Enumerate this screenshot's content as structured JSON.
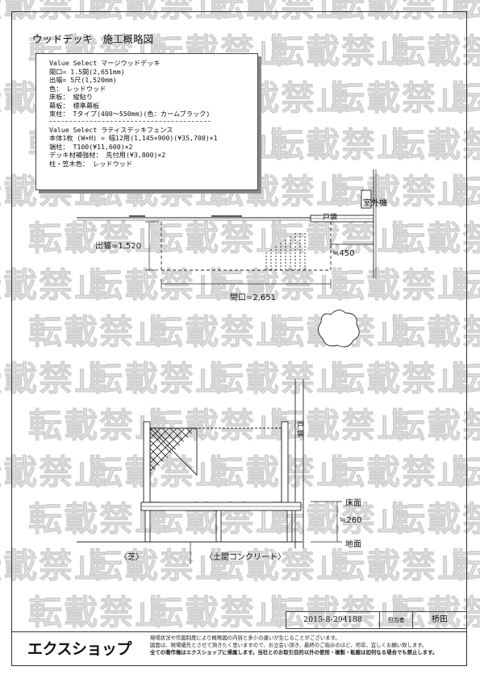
{
  "watermark": "転載禁止",
  "title": "ウッドデッキ　施工概略図",
  "spec": {
    "deck_lines": [
      "Value Select マージウッドデッキ",
      "間口= 1.5間(2,651mm)",
      "出幅= 5尺(1,520mm)",
      "色： レッドウッド",
      "床板： 縦貼り",
      "幕板： 標準幕板",
      "束柱： Tタイプ(400～550mm)(色：カームブラック)"
    ],
    "fence_lines": [
      "Value Select ラティスデッキフェンス",
      "本体1枚 (W×H) = 幅12用(1,145×900)(¥35,700)×1",
      "端柱： T100(¥11,600)×2",
      "デッキ材補強材： 先付用(¥3,800)×2",
      "柱・笠木色： レッドウッド"
    ]
  },
  "plan": {
    "outdoor_unit": "室外機",
    "door_pocket": "戸袋",
    "depth": "出幅=1,520",
    "width": "間口=2,651",
    "offset": "≒450"
  },
  "elevation": {
    "door_pocket_v": "戸袋",
    "floor": "床面",
    "height": "≒260",
    "ground": "地面",
    "lawn": "〈芝〉",
    "concrete": "〈土間コンクリート〉"
  },
  "footer": {
    "doc_number": "2015-8-294188",
    "staff_label": "担当者",
    "staff_name": "桥田",
    "logo": "エクスショップ",
    "notice_1": "現場状況や作図制度により概略図の内容と多少の違いが生じることがございます。",
    "notice_2": "図面は、現場優先とさせて頂きたく思いますので、お立会い頂き、最終のご指示のほど、何卒、宜しくお願い致します。",
    "notice_3": "全ての著作権はエクスショップに帰属します。当社とのお取引目的以外の使用・複製・転載は如何なる場合でも禁止します。"
  }
}
